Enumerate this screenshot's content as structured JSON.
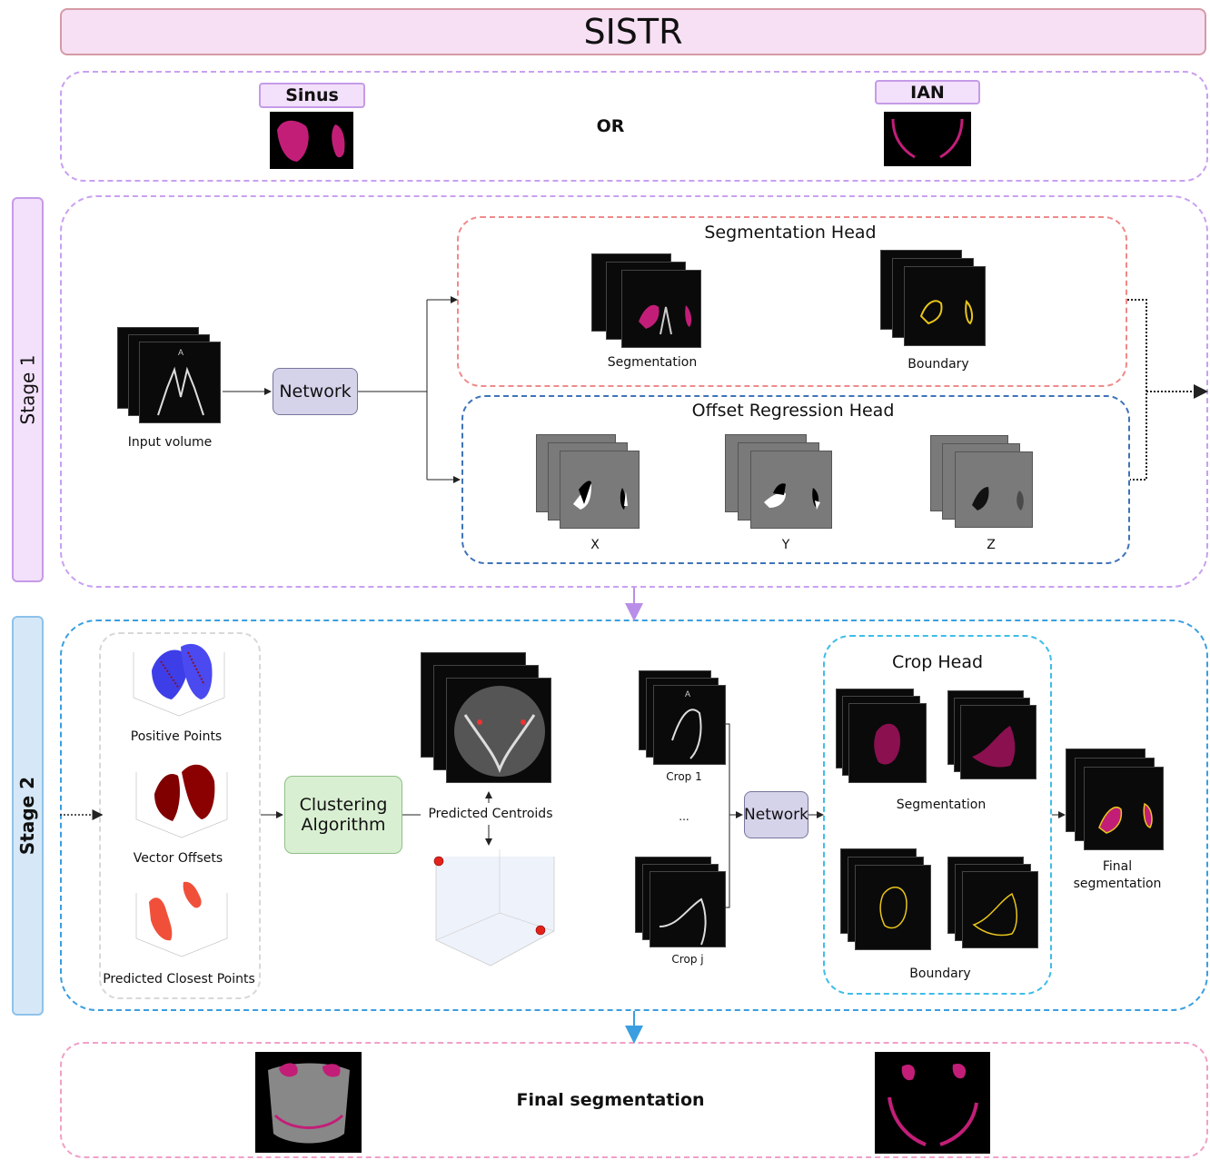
{
  "title": "SISTR",
  "targets": {
    "sinus_label": "Sinus",
    "ian_label": "IAN",
    "or_label": "OR"
  },
  "stage1": {
    "tab_label": "Stage 1",
    "input_label": "Input volume",
    "network_label": "Network",
    "seg_head": {
      "title": "Segmentation Head",
      "segmentation_label": "Segmentation",
      "boundary_label": "Boundary"
    },
    "offset_head": {
      "title": "Offset Regression Head",
      "x_label": "X",
      "y_label": "Y",
      "z_label": "Z"
    }
  },
  "stage2": {
    "tab_label": "Stage 2",
    "positive_points_label": "Positive Points",
    "vector_offsets_label": "Vector Offsets",
    "closest_points_label": "Predicted Closest Points",
    "clustering_label_line1": "Clustering",
    "clustering_label_line2": "Algorithm",
    "centroids_label": "Predicted Centroids",
    "crop1_label": "Crop 1",
    "ellipsis_label": "...",
    "cropj_label": "Crop j",
    "network_label": "Network",
    "crop_head": {
      "title": "Crop Head",
      "segmentation_label": "Segmentation",
      "boundary_label": "Boundary"
    },
    "final_label_line1": "Final",
    "final_label_line2": "segmentation"
  },
  "final": {
    "label": "Final segmentation"
  },
  "colors": {
    "title_fill": "#f7e0f4",
    "purple_dash": "#c9a0f0",
    "blue_dash": "#3a9ee0",
    "red_dash": "#ef8a8a",
    "navy_dash": "#3f73b8",
    "pink_dash": "#f0a0c8",
    "magenta_mask": "#c21e78",
    "network_fill": "#d5d3ea",
    "clustering_fill": "#d9efd2"
  }
}
